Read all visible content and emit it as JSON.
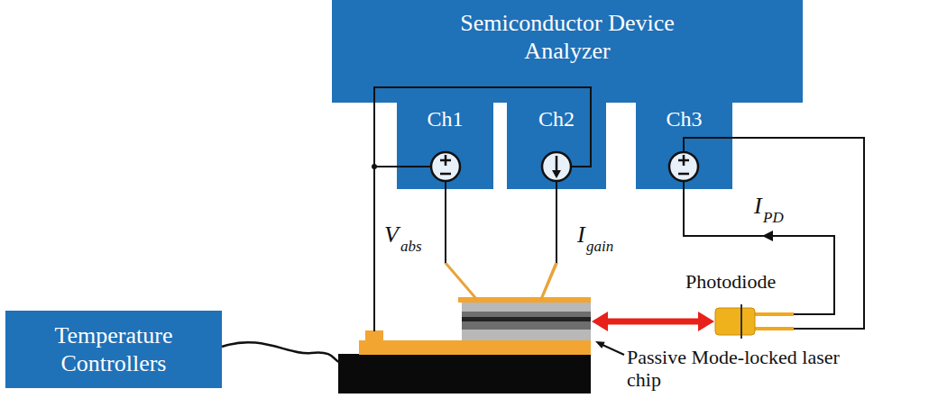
{
  "diagram": {
    "nodes": [
      {
        "text": [
          "Semiconductor Device Analyzer"
        ]
      },
      {
        "text": [
          "Ch1"
        ],
        "in": 0
      },
      {
        "text": [
          "Ch2"
        ],
        "in": 0
      },
      {
        "text": [
          "Ch3"
        ],
        "in": 0
      },
      {
        "text": [
          "Temperature Controllers"
        ]
      }
    ],
    "labels": [
      "V",
      "abs",
      "I",
      "gain",
      "I",
      "PD",
      "Photodiode",
      "Passive Mode-locked laser chip"
    ]
  }
}
